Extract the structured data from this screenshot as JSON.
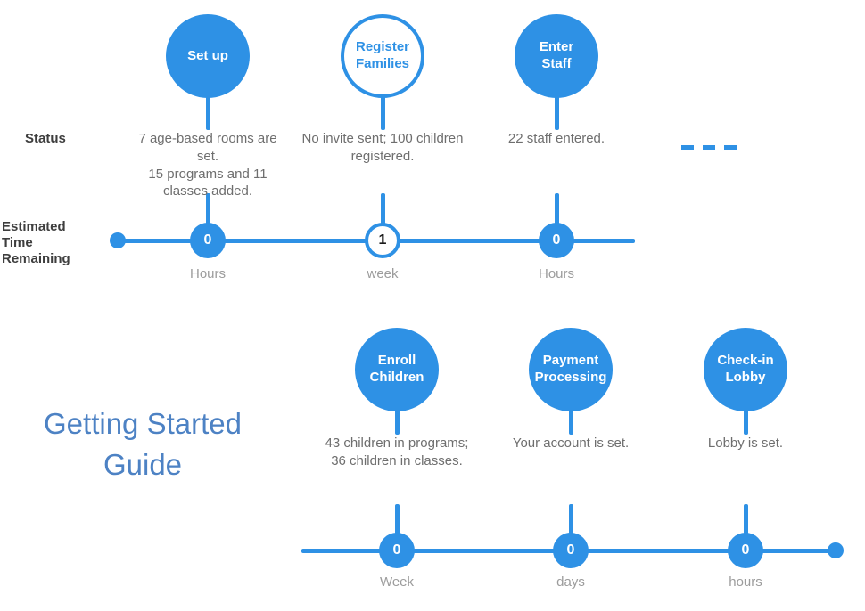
{
  "title": "Getting Started\nGuide",
  "labels": {
    "status": "Status",
    "estimated_time": "Estimated\nTime\nRemaining"
  },
  "colors": {
    "accent": "#2e91e5",
    "title_blue": "#4d82c4",
    "label_dark": "#3e3e3e",
    "status_gray": "#6e6e6e",
    "tick_gray": "#9c9c9c"
  },
  "top_row": {
    "steps": [
      {
        "title": "Set up",
        "style": "filled",
        "status": "7 age-based rooms are set.\n15 programs and 11 classes added.",
        "time": {
          "value": "0",
          "unit": "Hours",
          "style": "filled"
        }
      },
      {
        "title": "Register\nFamilies",
        "style": "outline",
        "status": "No invite sent; 100 children registered.",
        "time": {
          "value": "1",
          "unit": "week",
          "style": "outline"
        }
      },
      {
        "title": "Enter\nStaff",
        "style": "filled",
        "status": "22 staff entered.",
        "time": {
          "value": "0",
          "unit": "Hours",
          "style": "filled"
        }
      }
    ]
  },
  "bottom_row": {
    "steps": [
      {
        "title": "Enroll\nChildren",
        "style": "filled",
        "status": "43 children in programs;\n36 children in classes.",
        "time": {
          "value": "0",
          "unit": "Week",
          "style": "filled"
        }
      },
      {
        "title": "Payment\nProcessing",
        "style": "filled",
        "status": "Your account is set.",
        "time": {
          "value": "0",
          "unit": "days",
          "style": "filled"
        }
      },
      {
        "title": "Check-in\nLobby",
        "style": "filled",
        "status": "Lobby is set.",
        "time": {
          "value": "0",
          "unit": "hours",
          "style": "filled"
        }
      }
    ]
  }
}
